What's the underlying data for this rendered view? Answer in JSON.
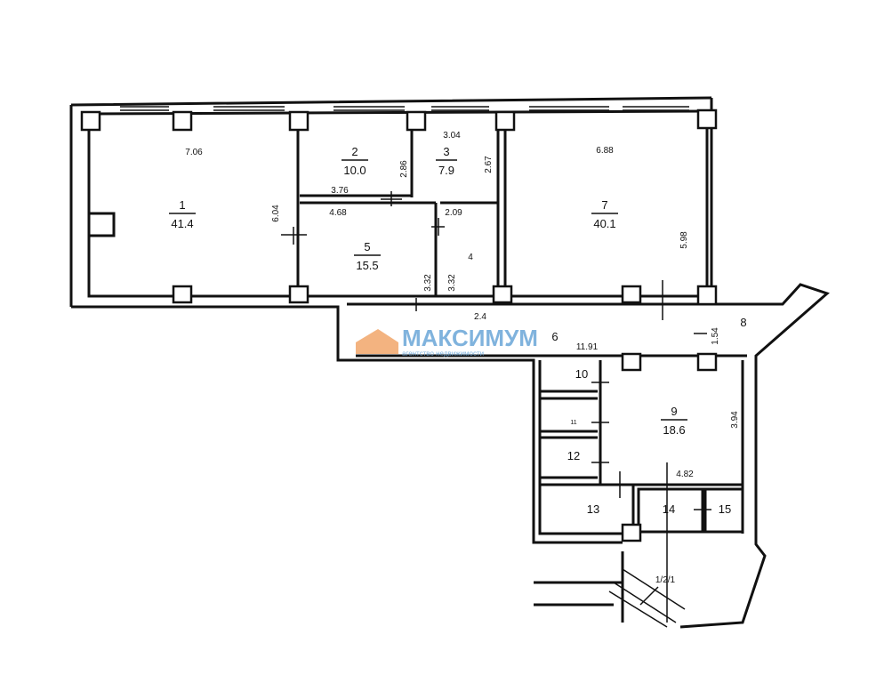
{
  "rooms": [
    {
      "id": "1",
      "area": "41.4"
    },
    {
      "id": "2",
      "area": "10.0"
    },
    {
      "id": "3",
      "area": "7.9"
    },
    {
      "id": "4"
    },
    {
      "id": "5",
      "area": "15.5"
    },
    {
      "id": "6"
    },
    {
      "id": "7",
      "area": "40.1"
    },
    {
      "id": "8"
    },
    {
      "id": "9",
      "area": "18.6"
    },
    {
      "id": "10"
    },
    {
      "id": "11"
    },
    {
      "id": "12"
    },
    {
      "id": "13"
    },
    {
      "id": "14"
    },
    {
      "id": "15"
    }
  ],
  "dimensions": [
    "7.06",
    "6.04",
    "3.76",
    "2.86",
    "3.04",
    "2.67",
    "4.68",
    "3.32",
    "2.09",
    "3.32",
    "6.88",
    "5.98",
    "11.91",
    "1.54",
    "3.94",
    "4.82",
    "2.4"
  ],
  "stair_label": "1/2/1",
  "watermark": {
    "brand": "МАКСИМУМ",
    "tagline": "агентство недвижимости",
    "color": "#6aa6d8",
    "accent": "#f0a060"
  }
}
